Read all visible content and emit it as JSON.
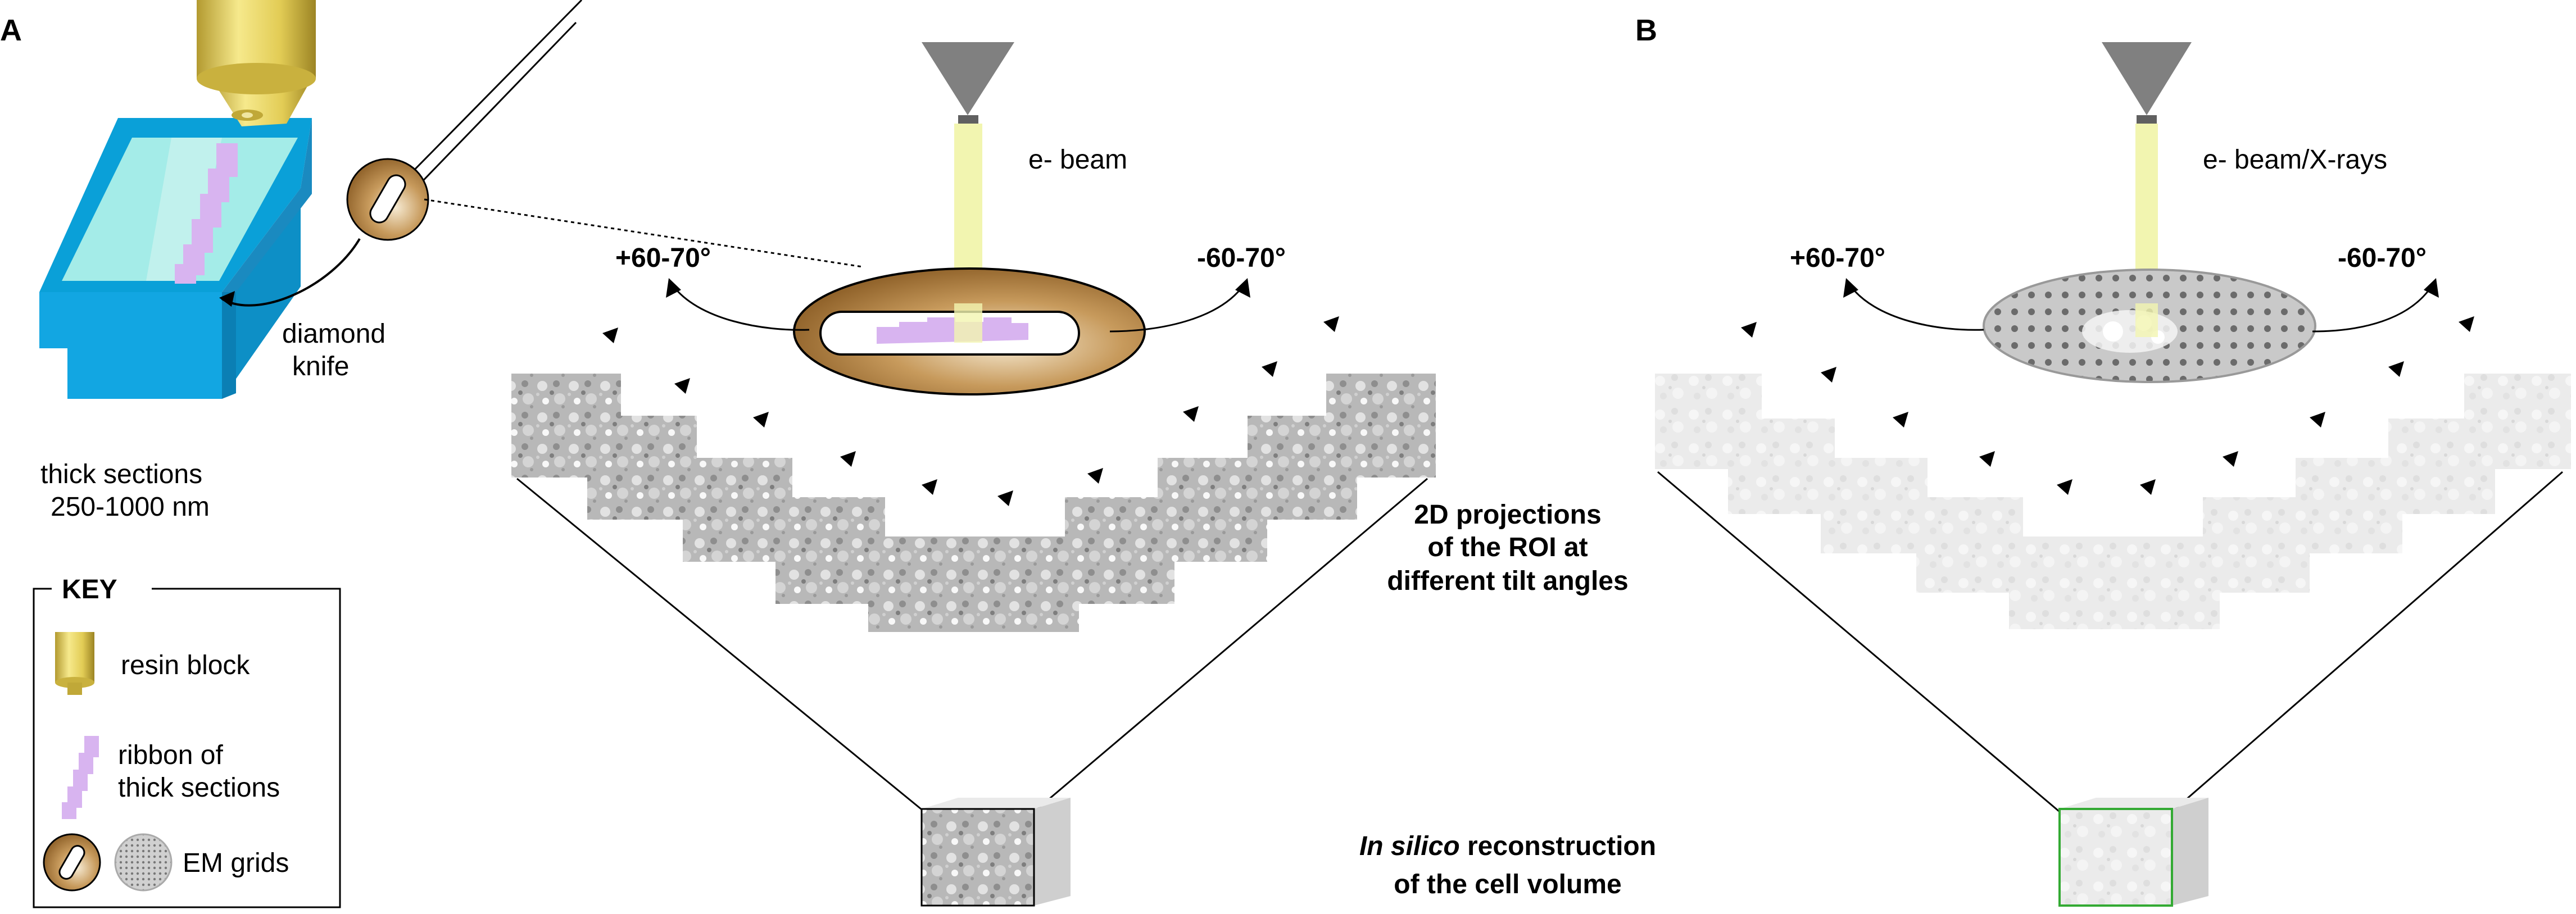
{
  "panels": {
    "a": {
      "label": "A"
    },
    "b": {
      "label": "B"
    }
  },
  "labels": {
    "e_beam": "e- beam",
    "e_beam_xrays": "e- beam/X-rays",
    "tilt_plus": "+60-70°",
    "tilt_minus": "-60-70°",
    "diamond_line1": "diamond",
    "diamond_line2": "knife",
    "thick_line1": "thick sections",
    "thick_line2": "250-1000 nm",
    "proj_line1": "2D projections",
    "proj_line2": "of the ROI at",
    "proj_line3": "different tilt angles",
    "recon_italic": "In silico",
    "recon_rest": " reconstruction",
    "recon_line2": "of the cell volume"
  },
  "key": {
    "title": "KEY",
    "resin_block": "resin block",
    "ribbon_line1": "ribbon of",
    "ribbon_line2": "thick sections",
    "em_grids": "EM grids"
  },
  "colors": {
    "resin_gold": "#e2cc55",
    "resin_gold_dark": "#a8902a",
    "ribbon_lilac": "#d8b4f0",
    "cyan_block": "#12a6e2",
    "cyan_face": "#a4ece8",
    "grid_brown": "#8a5a22",
    "beam_yellow": "#f2f5b0",
    "cone_gray": "#808080",
    "micrograph_gray": "#b8b8b8",
    "micrograph_light": "#ebebeb",
    "cube_green": "#33aa33"
  }
}
